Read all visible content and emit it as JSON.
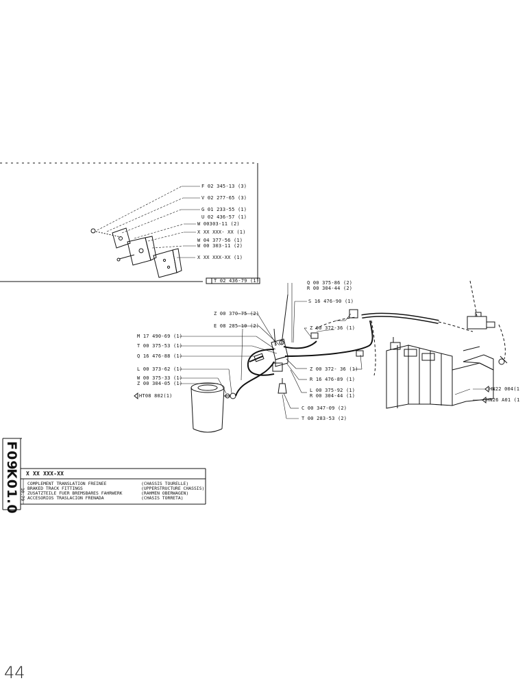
{
  "callouts": {
    "f02": "F 02 345-13 (3)",
    "v02": "V 02 277-65 (3)",
    "g01": "G 01 233-55 (1)",
    "u02": "U 02 436-57 (1)",
    "w00303a": "W 00303-11 (2)",
    "xxxxx1": "X XX XXX- XX (1)",
    "w04": "W 04 377-56 (1)",
    "w00303b": "W 00 303-11 (2)",
    "xxxxx2": "X XX XXX-XX (1)",
    "t02": "T 02 436-79 (1)",
    "q00": "Q 00 375-86 (2)",
    "r00a": "R 00 304-44 (2)",
    "s16": "S 16 476-90 (1)",
    "z00370": "Z 00 370-75 (2)",
    "z00372a": "Z 00 372-36 (1)",
    "e08": "E 08 285-10 (2)",
    "m17": "M 17 490-69 (1)",
    "t00375": "T 00 375-53 (1)",
    "q16": "Q 16 476-88 (1)",
    "z00372b": "Z 00 372- 36 (1)",
    "l00373": "L 00 373-62 (1)",
    "r16": "R 16 476-89 (1)",
    "w00375": "W 00 375-33 (1)",
    "z00304": "Z 00 304-05 (1)",
    "l00375": "L 00 375-92 (1)",
    "r00b": "R 00 304-44 (1)",
    "ht08": "HT08 802(1)",
    "c00": "C 00 347-09 (2)",
    "t00283": "T 00 283-53 (2)",
    "hn22": "HN22 004(1",
    "hn26": "HN26 A01 (1"
  },
  "title_block": {
    "code_top": "F09",
    "code_bottom": "K01.0",
    "date": "10.79",
    "part_number": "X XX XXX-XX",
    "lines": [
      "COMPLEMENT TRANSLATION FREINEE",
      "BRAKED TRACK FITTINGS",
      "ZUSATZTEILE FUER BREMSBARES FAHRWERK",
      "ACCESORIOS TRASLACION FRENADA"
    ],
    "sublines": [
      "(CHASSIS TOURELLE)",
      "(UPPERSTRUCTURE CHASSIS)",
      "(RAHMEN OBERWAGEN)",
      "(CHASIS TORRETA)"
    ]
  },
  "page_number": "44"
}
